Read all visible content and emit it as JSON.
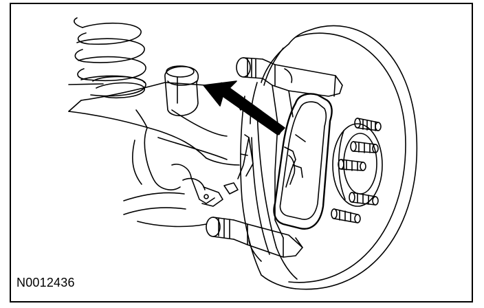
{
  "figure": {
    "id_label": "N0012436"
  },
  "colors": {
    "line": "#000000",
    "background": "#ffffff"
  },
  "parts": {
    "coil_spring": "coil-spring",
    "rotor": "brake-rotor",
    "caliper_bracket": "caliper-anchor-bracket",
    "brake_pad": "brake-pad",
    "indicator_arrow": "pointer-arrow",
    "wheel_studs": "wheel-stud"
  }
}
